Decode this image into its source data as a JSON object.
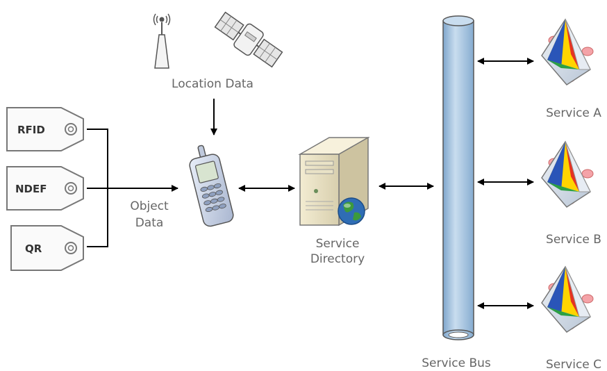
{
  "diagram": {
    "location_data": "Location Data",
    "object_data": [
      "Object",
      "Data"
    ],
    "service_directory": [
      "Service",
      "Directory"
    ],
    "service_bus": "Service Bus",
    "tags": [
      "RFID",
      "NDEF",
      "QR"
    ],
    "services": [
      "Service A",
      "Service B",
      "Service C"
    ]
  },
  "colors": {
    "stroke": "#777777",
    "bus_fill": "#a9c7e3",
    "label": "#666666",
    "arrow": "#000000"
  },
  "icons": [
    "antenna-icon",
    "satellite-icon",
    "mobile-phone-icon",
    "server-icon",
    "globe-icon",
    "tag-icon",
    "service-prism-icon"
  ]
}
